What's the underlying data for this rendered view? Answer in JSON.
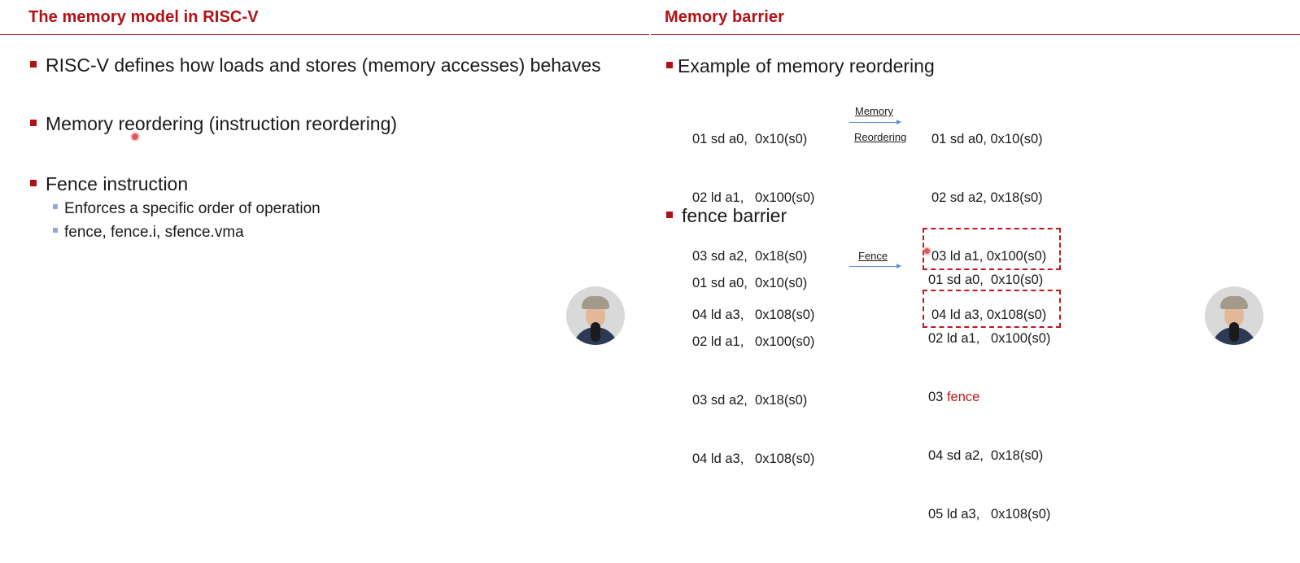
{
  "left_slide": {
    "title": "The memory model in RISC-V",
    "bullets": [
      "RISC-V defines how loads and stores (memory accesses) behaves",
      "Memory reordering (instruction reordering)",
      "Fence instruction"
    ],
    "sub_bullets": [
      "Enforces a specific order of operation",
      "fence, fence.i, sfence.vma"
    ]
  },
  "right_slide": {
    "title": "Memory barrier",
    "reordering_heading": "Example of memory reordering",
    "reordering_before": [
      "01 sd a0,  0x10(s0)",
      "02 ld a1,   0x100(s0)",
      "03 sd a2,  0x18(s0)",
      "04 ld a3,   0x108(s0)"
    ],
    "reordering_arrow_top": "Memory",
    "reordering_arrow_bottom": "Reordering",
    "reordering_after": [
      "01 sd a0, 0x10(s0)",
      "02 sd a2, 0x18(s0)",
      "03 ld a1, 0x100(s0)",
      "04 ld a3, 0x108(s0)"
    ],
    "fence_heading": "fence barrier",
    "fence_before": [
      "01 sd a0,  0x10(s0)",
      "02 ld a1,   0x100(s0)",
      "03 sd a2,  0x18(s0)",
      "04 ld a3,   0x108(s0)"
    ],
    "fence_arrow_label": "Fence",
    "fence_after_group1": [
      "01 sd a0,  0x10(s0)",
      "02 ld a1,   0x100(s0)"
    ],
    "fence_line_prefix": "03 ",
    "fence_line_keyword": "fence",
    "fence_after_group2": [
      "04 sd a2,  0x18(s0)",
      "05 ld a3,   0x108(s0)"
    ]
  },
  "colors": {
    "accent": "#b01116",
    "sub_bullet": "#8fa8d8",
    "arrow": "#5b8fd0",
    "fence_box": "#c0161d"
  }
}
